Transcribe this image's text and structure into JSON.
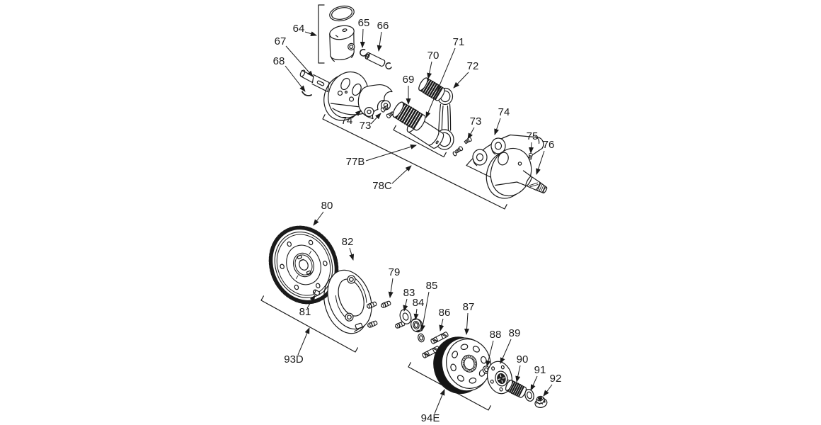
{
  "figure": {
    "type": "exploded-parts-diagram",
    "subject": "Engine piston, crankshaft, flywheel and clutch exploded view",
    "background_color": "#ffffff",
    "line_color": "#1a1a1a"
  },
  "callouts": [
    {
      "ref": "64",
      "part": "piston-with-ring-group"
    },
    {
      "ref": "65",
      "part": "piston-pin-clip"
    },
    {
      "ref": "66",
      "part": "piston-pin"
    },
    {
      "ref": "67",
      "part": "crankshaft-half-left"
    },
    {
      "ref": "68",
      "part": "shaft-key"
    },
    {
      "ref": "69",
      "part": "needle-bearing"
    },
    {
      "ref": "70",
      "part": "needle-bearing"
    },
    {
      "ref": "71",
      "part": "crank-pin"
    },
    {
      "ref": "72",
      "part": "connecting-rod"
    },
    {
      "ref": "73",
      "part": "retainer-screws-left"
    },
    {
      "ref": "74",
      "part": "bearing-retainer-half-left"
    },
    {
      "ref": "73",
      "part": "retainer-screws-right"
    },
    {
      "ref": "74",
      "part": "bearing-retainer-half-right"
    },
    {
      "ref": "75",
      "part": "screw"
    },
    {
      "ref": "76",
      "part": "crankshaft-half-right"
    },
    {
      "ref": "77B",
      "part": "connecting-rod-group"
    },
    {
      "ref": "78C",
      "part": "crankshaft-assembly-group"
    },
    {
      "ref": "79",
      "part": "bolt"
    },
    {
      "ref": "80",
      "part": "flywheel-with-ring-gear"
    },
    {
      "ref": "81",
      "part": "flywheel-key"
    },
    {
      "ref": "82",
      "part": "clutch-shoe-assembly"
    },
    {
      "ref": "83",
      "part": "washer"
    },
    {
      "ref": "84",
      "part": "nut"
    },
    {
      "ref": "85",
      "part": "lock-washer"
    },
    {
      "ref": "86",
      "part": "stud"
    },
    {
      "ref": "87",
      "part": "clutch-drum"
    },
    {
      "ref": "88",
      "part": "small-nut"
    },
    {
      "ref": "89",
      "part": "clutch-hub"
    },
    {
      "ref": "90",
      "part": "needle-bearing"
    },
    {
      "ref": "91",
      "part": "washer"
    },
    {
      "ref": "92",
      "part": "lock-nut"
    },
    {
      "ref": "93D",
      "part": "flywheel-group"
    },
    {
      "ref": "94E",
      "part": "clutch-drum-group"
    }
  ]
}
